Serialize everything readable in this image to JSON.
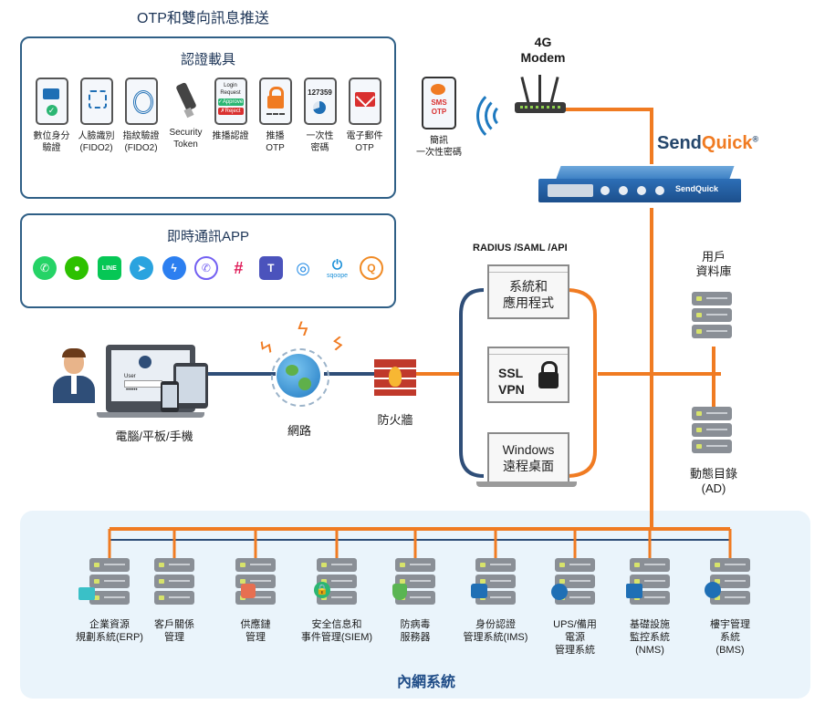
{
  "header": {
    "title": "OTP和雙向訊息推送"
  },
  "auth_panel": {
    "title": "認證載具",
    "items": [
      {
        "label": "數位身分\n驗證",
        "icon": "id-card-icon"
      },
      {
        "label": "人臉識別\n(FIDO2)",
        "icon": "face-scan-icon"
      },
      {
        "label": "指紋驗證\n(FIDO2)",
        "icon": "fingerprint-icon"
      },
      {
        "label": "Security\nToken",
        "icon": "usb-token-icon"
      },
      {
        "label": "推播認證",
        "icon": "push-approve-icon",
        "screen": [
          "Login",
          "Request",
          "✓Approve",
          "✗Reject"
        ]
      },
      {
        "label": "推播\nOTP",
        "icon": "lock-icon"
      },
      {
        "label": "一次性\n密碼",
        "icon": "otp-code-icon",
        "code": "127359"
      },
      {
        "label": "電子郵件\nOTP",
        "icon": "email-icon"
      }
    ]
  },
  "sms": {
    "label": "簡訊\n一次性密碼",
    "line1": "SMS",
    "line2": "OTP"
  },
  "modem": {
    "label": "4G\nModem"
  },
  "brand": {
    "name_a": "Send",
    "name_b": "Quick",
    "reg": "®",
    "device_label": "SendQuick"
  },
  "im_panel": {
    "title": "即時通訊APP",
    "apps": [
      {
        "name": "whatsapp-icon",
        "color": "#25d366",
        "glyph": "✆"
      },
      {
        "name": "wechat-icon",
        "color": "#2dc100",
        "glyph": "●"
      },
      {
        "name": "line-icon",
        "color": "#06c755",
        "glyph": "LINE"
      },
      {
        "name": "telegram-icon",
        "color": "#2aa3df",
        "glyph": "➤"
      },
      {
        "name": "messenger-icon",
        "color": "#2c7ff0",
        "glyph": "ϟ"
      },
      {
        "name": "viber-icon",
        "color": "#7360f2",
        "glyph": "✆"
      },
      {
        "name": "slack-icon",
        "color": "#e01e5a",
        "glyph": "#"
      },
      {
        "name": "teams-icon",
        "color": "#4b53bc",
        "glyph": "T"
      },
      {
        "name": "webex-icon",
        "color": "#1e88e5",
        "glyph": "◎"
      },
      {
        "name": "sqoope-icon",
        "color": "#1a8fd8",
        "glyph": "⏻",
        "caption": "sqoope"
      },
      {
        "name": "quick-icon",
        "color": "#f08a24",
        "glyph": "Q"
      }
    ]
  },
  "protocols": {
    "label": "RADIUS /SAML /API"
  },
  "apps_box": {
    "label": "系統和\n應用程式"
  },
  "vpn_box": {
    "line1": "SSL",
    "line2": "VPN"
  },
  "windows_box": {
    "label": "Windows\n遠程桌面"
  },
  "devices": {
    "label": "電腦/平板/手機",
    "screen_user": "User",
    "screen_pass": "••••••"
  },
  "internet": {
    "label": "網路"
  },
  "firewall": {
    "label": "防火牆"
  },
  "user_db": {
    "label": "用戶\n資料庫"
  },
  "ad": {
    "label": "動態目錄\n(AD)"
  },
  "intranet": {
    "title": "內網系統",
    "systems": [
      {
        "label": "企業資源\n規劃系統(ERP)",
        "icon": "monitor-icon"
      },
      {
        "label": "客戶關係\n管理",
        "icon": ""
      },
      {
        "label": "供應鏈\n管理",
        "icon": "supply-chain-icon"
      },
      {
        "label": "安全信息和\n事件管理(SIEM)",
        "icon": "lock-icon"
      },
      {
        "label": "防病毒\n服務器",
        "icon": "shield-icon"
      },
      {
        "label": "身份認證\n管理系統(IMS)",
        "icon": "identity-icon"
      },
      {
        "label": "UPS/備用\n電源\n管理系統",
        "icon": "power-plug-icon"
      },
      {
        "label": "基礎設施\n監控系統\n(NMS)",
        "icon": "monitoring-icon"
      },
      {
        "label": "樓宇管理\n系統\n(BMS)",
        "icon": "building-icon"
      }
    ]
  },
  "colors": {
    "orange": "#f07b22",
    "navy": "#2f4e78",
    "panel_border": "#2f5f86",
    "bg_light": "#eaf4fb"
  }
}
